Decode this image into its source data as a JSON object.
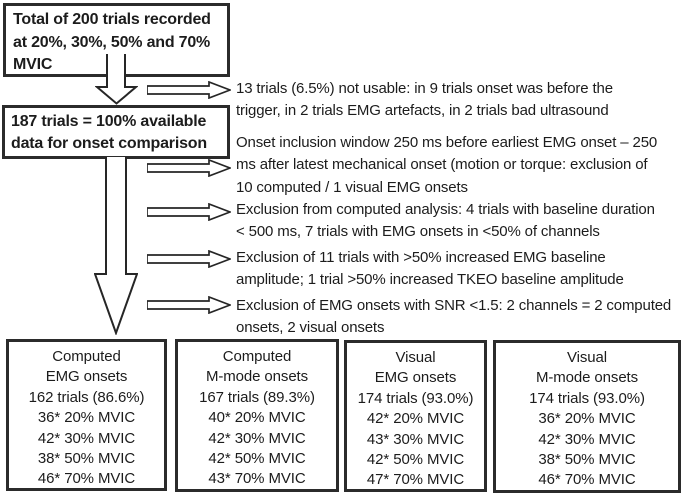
{
  "colors": {
    "ink": "#1c1c1c",
    "line": "#262626",
    "paper": "#ffffff"
  },
  "flow": {
    "box_total": {
      "lines": [
        "Total of 200 trials recorded",
        "at 20%, 30%, 50% and 70%",
        "MVIC"
      ]
    },
    "box_available": {
      "lines": [
        "187 trials = 100% available",
        "data for onset comparison"
      ]
    },
    "exclusions": [
      {
        "lines": [
          "13 trials (6.5%) not usable: in 9 trials onset was before the",
          "trigger, in 2 trials EMG artefacts, in 2 trials bad ultrasound"
        ]
      },
      {
        "lines": [
          "Onset inclusion window 250 ms before earliest EMG onset – 250",
          "ms after latest mechanical onset (motion or torque: exclusion of",
          "10 computed / 1 visual EMG onsets"
        ]
      },
      {
        "lines": [
          "Exclusion from computed analysis: 4 trials with baseline duration",
          "< 500 ms, 7 trials with EMG onsets in <50% of channels"
        ]
      },
      {
        "lines": [
          "Exclusion of 11 trials with >50% increased EMG baseline",
          "amplitude; 1 trial >50% increased TKEO baseline amplitude"
        ]
      },
      {
        "lines": [
          "Exclusion of EMG onsets with SNR <1.5: 2 channels = 2 computed",
          "onsets, 2 visual onsets"
        ]
      }
    ],
    "outcome_boxes": [
      {
        "lines": [
          "Computed",
          "EMG onsets",
          "162 trials (86.6%)",
          "36* 20% MVIC",
          "42* 30% MVIC",
          "38* 50% MVIC",
          "46* 70% MVIC"
        ]
      },
      {
        "lines": [
          "Computed",
          "M-mode onsets",
          "167 trials (89.3%)",
          "40* 20% MVIC",
          "42* 30% MVIC",
          "42* 50% MVIC",
          "43* 70% MVIC"
        ]
      },
      {
        "lines": [
          "Visual",
          "EMG onsets",
          "174 trials (93.0%)",
          "42* 20% MVIC",
          "43* 30% MVIC",
          "42* 50% MVIC",
          "47* 70% MVIC"
        ]
      },
      {
        "lines": [
          "Visual",
          "M-mode onsets",
          "174 trials (93.0%)",
          "36* 20% MVIC",
          "42* 30% MVIC",
          "38* 50% MVIC",
          "46* 70% MVIC"
        ]
      }
    ]
  }
}
